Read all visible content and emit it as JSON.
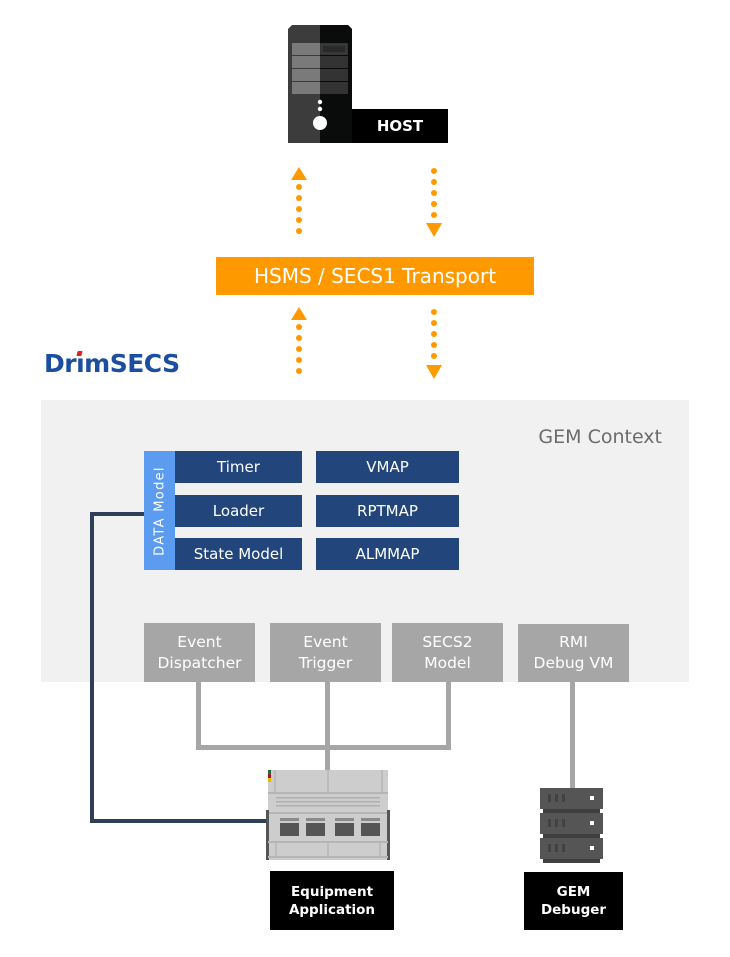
{
  "host": {
    "label": "HOST",
    "icon": "tower-pc-icon"
  },
  "transport": {
    "label": "HSMS / SECS1 Transport"
  },
  "arrows": {
    "up_icon": "arrow-up-icon",
    "down_icon": "arrow-down-icon",
    "color": "#ff9900"
  },
  "brand": {
    "logo_text_1": "Dr",
    "logo_text_2": "ı",
    "logo_text_3": "mSECS",
    "full": "DrimSECS",
    "color": "#1b4ea0"
  },
  "gem_context": {
    "title": "GEM Context",
    "data_model": {
      "label": "DATA Model",
      "left_items": [
        "Timer",
        "Loader",
        "State Model"
      ],
      "right_items": [
        "VMAP",
        "RPTMAP",
        "ALMMAP"
      ]
    },
    "modules": [
      {
        "line1": "Event",
        "line2": "Dispatcher"
      },
      {
        "line1": "Event",
        "line2": "Trigger"
      },
      {
        "line1": "SECS2",
        "line2": "Model"
      },
      {
        "line1": "RMI",
        "line2": "Debug VM"
      }
    ]
  },
  "equipment": {
    "line1": "Equipment",
    "line2": "Application",
    "icon": "equipment-machine-icon"
  },
  "debugger": {
    "line1": "GEM",
    "line2": "Debuger",
    "icon": "server-rack-icon"
  },
  "colors": {
    "navy": "#22457c",
    "data_model_strip": "#5b9cf0",
    "module_gray": "#a6a6a6",
    "context_bg": "#f1f1f1",
    "connector_dark": "#2f3e56"
  }
}
